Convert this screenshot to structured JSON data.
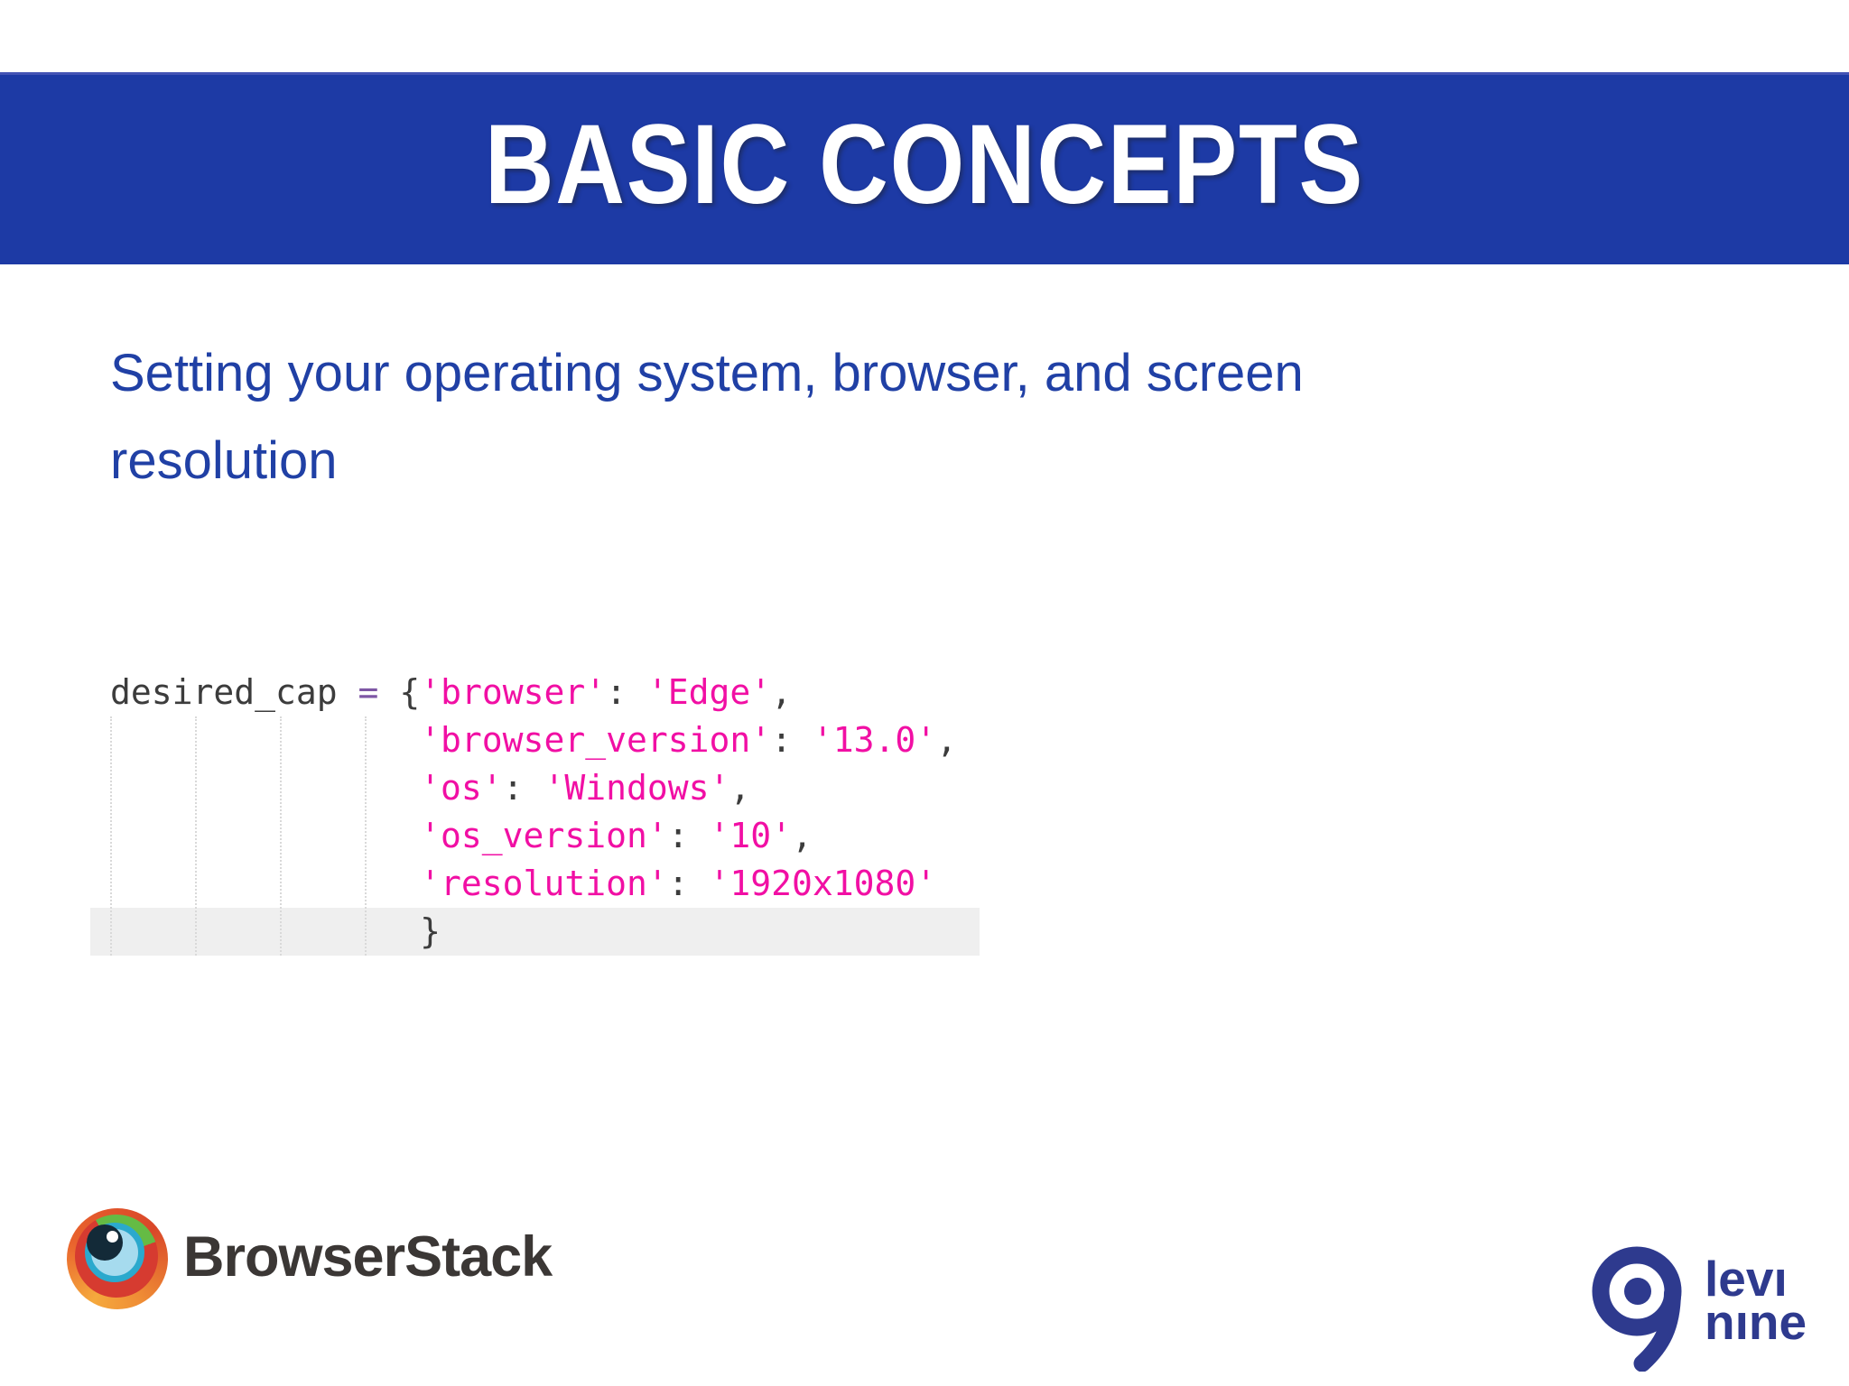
{
  "slide": {
    "title": "BASIC CONCEPTS",
    "subtitle_line1": "Setting your operating system, browser, and screen",
    "subtitle_line2": "resolution"
  },
  "code": {
    "lines": [
      {
        "segs": [
          {
            "t": "desired_cap "
          },
          {
            "t": "="
          },
          {
            "t": " {"
          },
          {
            "t": "'browser'"
          },
          {
            "t": ": "
          },
          {
            "t": "'Edge'"
          },
          {
            "t": ","
          }
        ]
      },
      {
        "segs": [
          {
            "t": "               "
          },
          {
            "t": "'browser_version'"
          },
          {
            "t": ": "
          },
          {
            "t": "'13.0'"
          },
          {
            "t": ","
          }
        ]
      },
      {
        "segs": [
          {
            "t": "               "
          },
          {
            "t": "'os'"
          },
          {
            "t": ": "
          },
          {
            "t": "'Windows'"
          },
          {
            "t": ","
          }
        ]
      },
      {
        "segs": [
          {
            "t": "               "
          },
          {
            "t": "'os_version'"
          },
          {
            "t": ": "
          },
          {
            "t": "'10'"
          },
          {
            "t": ","
          }
        ]
      },
      {
        "segs": [
          {
            "t": "               "
          },
          {
            "t": "'resolution'"
          },
          {
            "t": ": "
          },
          {
            "t": "'1920x1080'"
          }
        ]
      },
      {
        "segs": [
          {
            "t": "               "
          },
          {
            "t": "}"
          }
        ]
      }
    ]
  },
  "logos": {
    "browserstack": {
      "wordmark": "BrowserStack"
    },
    "levinine": {
      "line1": "levı",
      "line2": "nıne"
    }
  },
  "colors": {
    "band_blue": "#1d3aa5",
    "subtitle_blue": "#2040a5",
    "code_string_magenta": "#f10fa4",
    "code_text_dark": "#3c3c3c",
    "code_operator_purple": "#7e57a5",
    "current_line_highlight": "#efefef",
    "levinine_navy": "#2e3a8e",
    "browserstack_text": "#3b3735"
  }
}
